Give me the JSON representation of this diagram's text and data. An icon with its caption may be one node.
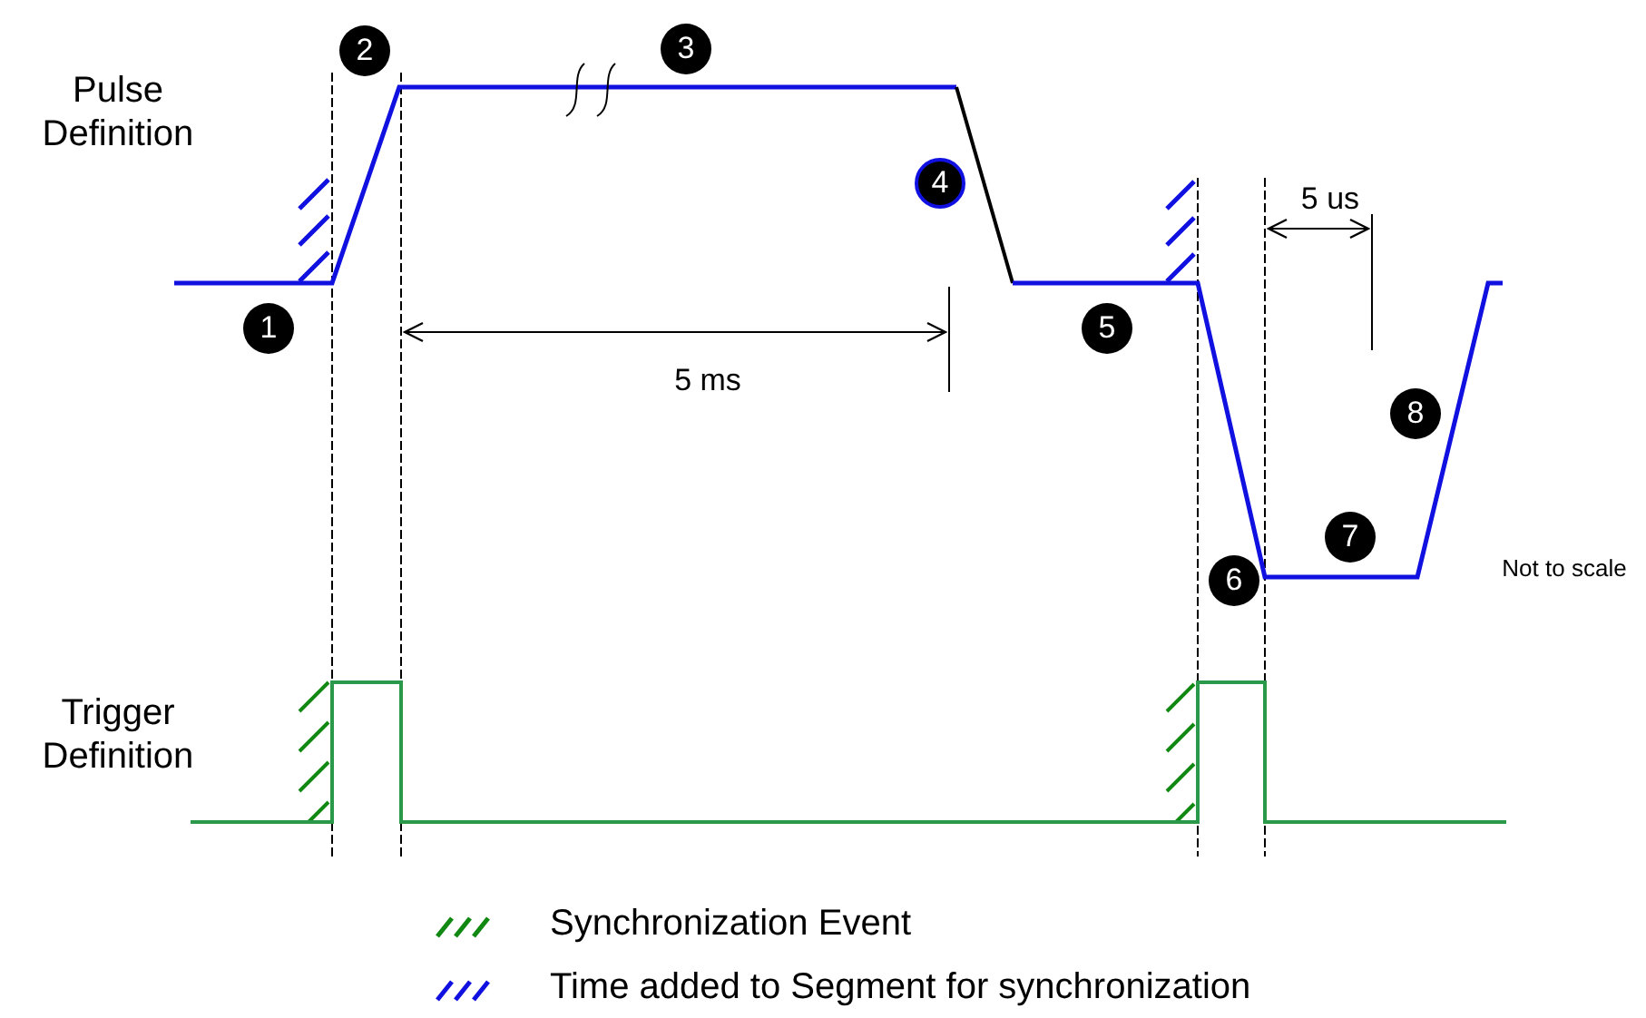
{
  "diagram": {
    "labels": [
      "Pulse Definition",
      "1",
      "2",
      "3",
      "4",
      "5",
      "6",
      "7",
      "8",
      "5 ms",
      "5 us",
      "Not to scale",
      "Trigger Definition"
    ],
    "legend": [
      {
        "text": "Synchronization Event"
      },
      {
        "text": "Time added to Segment for synchronization"
      }
    ]
  }
}
